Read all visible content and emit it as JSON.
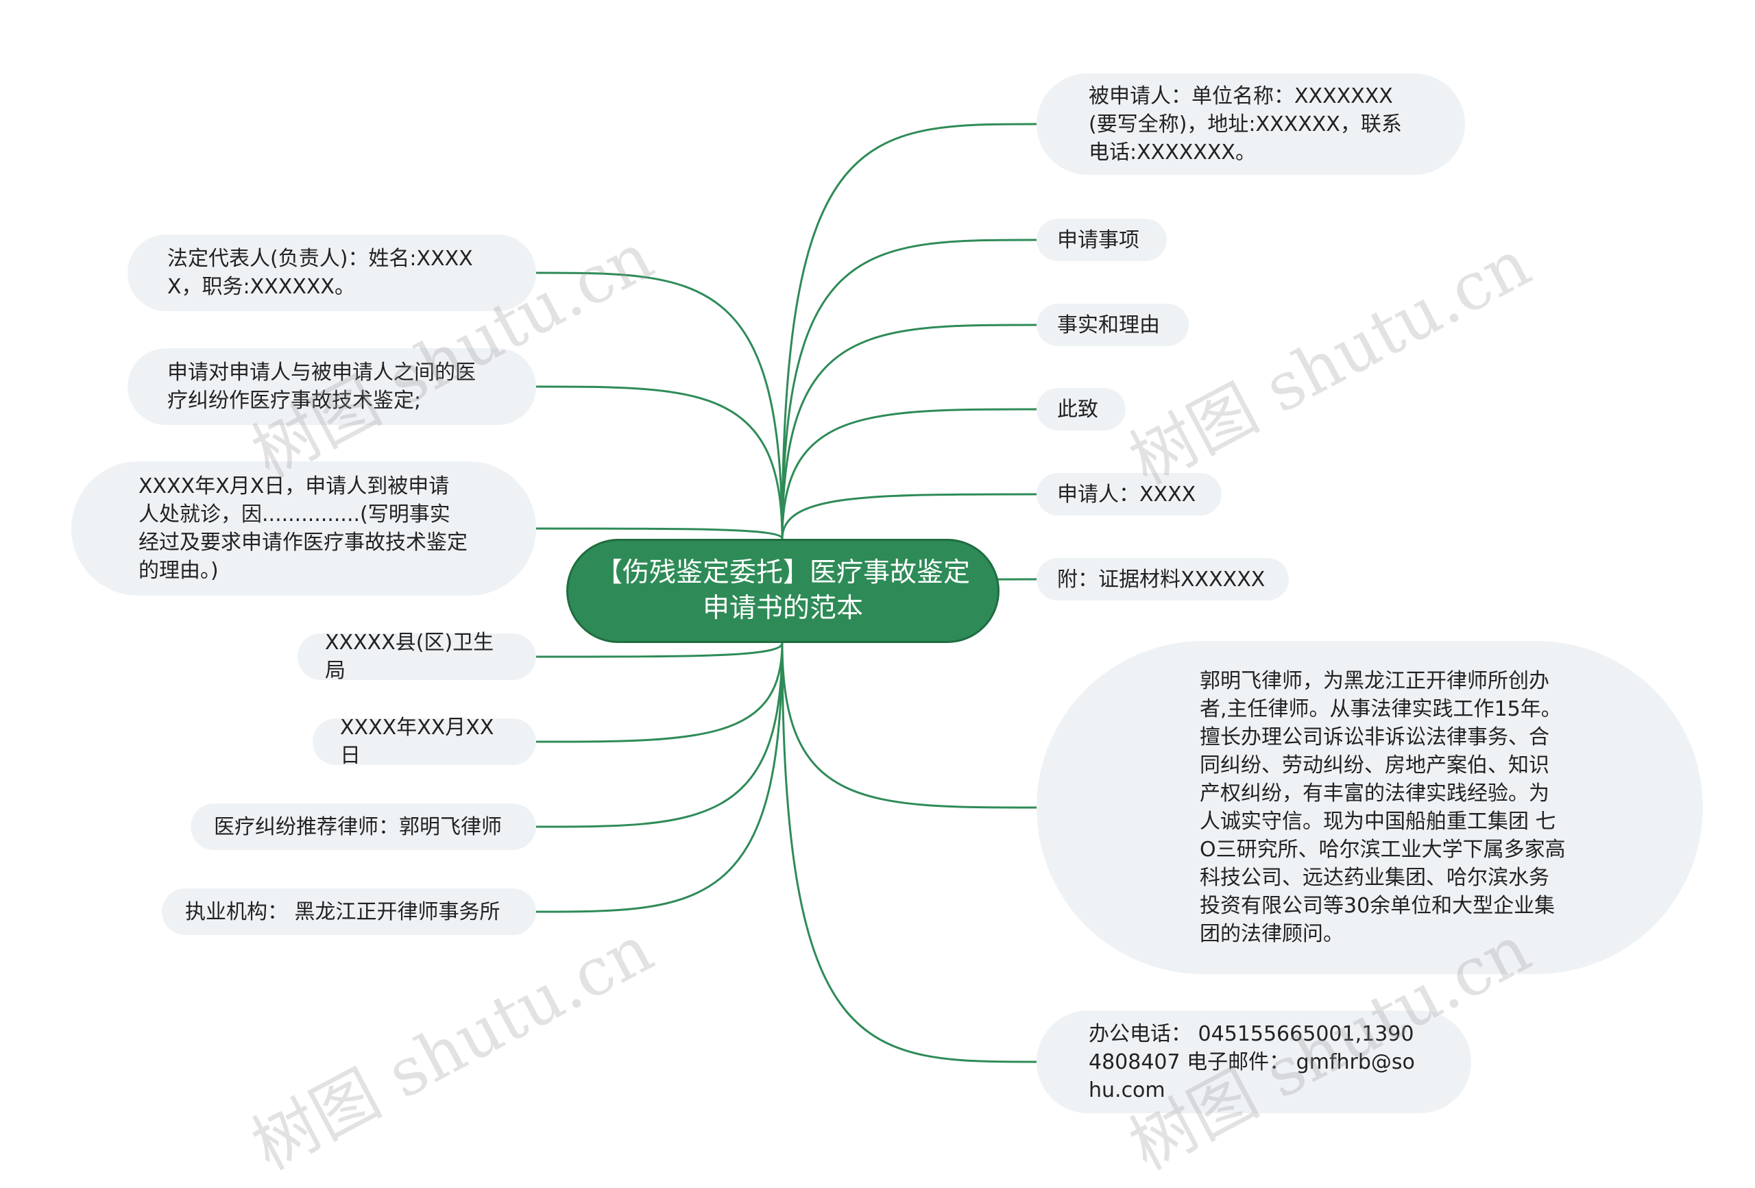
{
  "root": {
    "label": "【伤残鉴定委托】医疗事故鉴定申请书的范本"
  },
  "right_nodes": [
    {
      "id": "respondent",
      "text": "被申请人：单位名称：XXXXXXX(要写全称)，地址:XXXXXX，联系电话:XXXXXXX。"
    },
    {
      "id": "apply-item",
      "text": "申请事项"
    },
    {
      "id": "facts-reasons",
      "text": "事实和理由"
    },
    {
      "id": "salutation",
      "text": "此致"
    },
    {
      "id": "applicant",
      "text": "申请人：XXXX"
    },
    {
      "id": "attachment",
      "text": "附：证据材料XXXXXX"
    },
    {
      "id": "lawyer-profile",
      "text": "郭明飞律师，为黑龙江正开律师所创办者,主任律师。从事法律实践工作15年。擅长办理公司诉讼非诉讼法律事务、合同纠纷、劳动纠纷、房地产案伯、知识产权纠纷，有丰富的法律实践经验。为人诚实守信。现为中国船舶重工集团 七O三研究所、哈尔滨工业大学下属多家高科技公司、远达药业集团、哈尔滨水务投资有限公司等30余单位和大型企业集团的法律顾问。"
    },
    {
      "id": "contact",
      "text": "办公电话： 045155665001,13904808407 电子邮件： gmfhrb@sohu.com"
    }
  ],
  "left_nodes": [
    {
      "id": "legal-rep",
      "text": "法定代表人(负责人)：姓名:XXXXX，职务:XXXXXX。"
    },
    {
      "id": "request",
      "text": "申请对申请人与被申请人之间的医疗纠纷作医疗事故技术鉴定;"
    },
    {
      "id": "facts-detail",
      "text": "XXXX年X月X日，申请人到被申请人处就诊，因...............(写明事实经过及要求申请作医疗事故技术鉴定的理由。)"
    },
    {
      "id": "health-bureau",
      "text": "XXXXX县(区)卫生局"
    },
    {
      "id": "date",
      "text": "XXXX年XX月XX日"
    },
    {
      "id": "recommended-lawyer",
      "text": "医疗纠纷推荐律师：郭明飞律师"
    },
    {
      "id": "firm",
      "text": "执业机构： 黑龙江正开律师事务所"
    }
  ],
  "watermark": {
    "text": "树图 shutu.cn"
  },
  "colors": {
    "root_fill": "#2e8b57",
    "root_border": "#1f6d40",
    "link": "#2e8b57",
    "node_fill": "#eff2f5",
    "node_text": "#222222"
  }
}
